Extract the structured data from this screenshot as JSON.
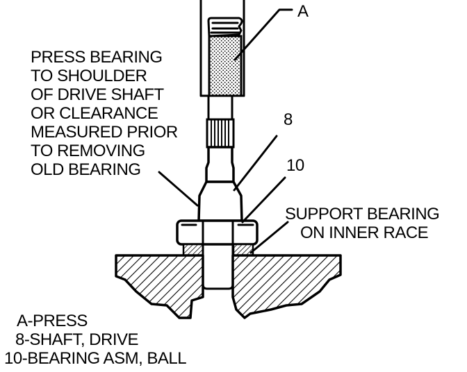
{
  "callouts": {
    "press": "A",
    "shaft": "8",
    "bearing": "10"
  },
  "note_press": [
    "PRESS BEARING",
    "TO SHOULDER",
    "OF DRIVE SHAFT",
    "OR CLEARANCE",
    "MEASURED PRIOR",
    "TO REMOVING",
    "OLD BEARING"
  ],
  "note_support": [
    "SUPPORT BEARING",
    "ON INNER RACE"
  ],
  "legend": [
    "A-PRESS",
    "8-SHAFT, DRIVE",
    "10-BEARING ASM, BALL"
  ]
}
